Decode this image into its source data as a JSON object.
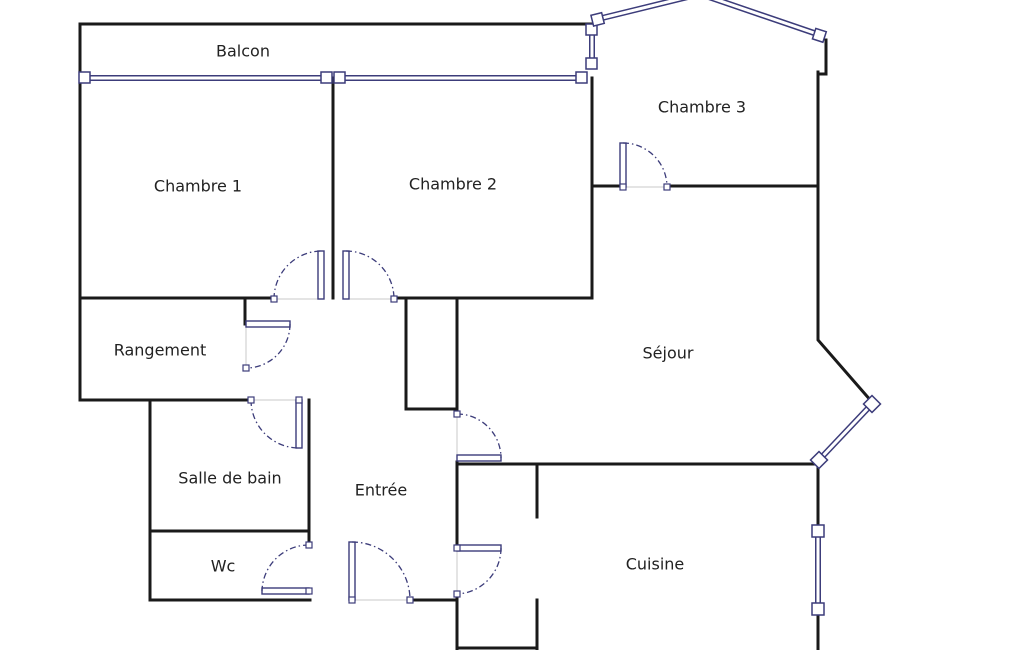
{
  "rooms": {
    "balcon": "Balcon",
    "chambre1": "Chambre 1",
    "chambre2": "Chambre 2",
    "chambre3": "Chambre 3",
    "rangement": "Rangement",
    "sejour": "Séjour",
    "salle_de_bain": "Salle de bain",
    "entree": "Entrée",
    "wc": "Wc",
    "cuisine": "Cuisine"
  },
  "colors": {
    "wall": "#1a1a1a",
    "fixture": "#3c3c7a",
    "background": "#ffffff"
  }
}
